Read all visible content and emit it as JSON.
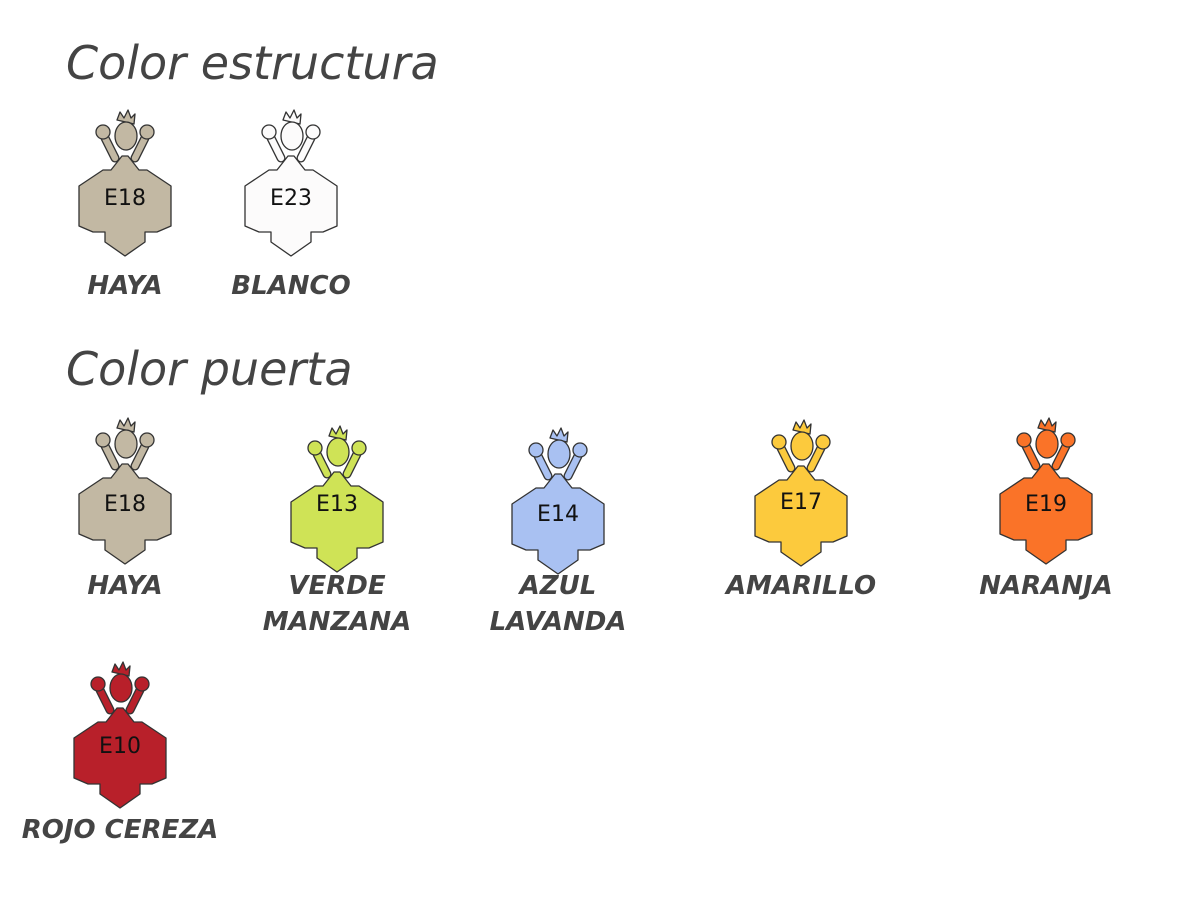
{
  "estructura": {
    "title": "Color estructura",
    "items": [
      {
        "code": "E18",
        "name": "HAYA",
        "color": "#c2b8a3"
      },
      {
        "code": "E23",
        "name": "BLANCO",
        "color": "#fcfbfb"
      }
    ]
  },
  "puerta": {
    "title": "Color puerta",
    "items": [
      {
        "code": "E18",
        "name": "HAYA",
        "color": "#c2b8a3"
      },
      {
        "code": "E13",
        "name": "VERDE MANZANA",
        "color": "#cfe356"
      },
      {
        "code": "E14",
        "name": "AZUL LAVANDA",
        "color": "#a9c1f2"
      },
      {
        "code": "E17",
        "name": "AMARILLO",
        "color": "#fcca3d"
      },
      {
        "code": "E19",
        "name": "NARANJA",
        "color": "#fa7328"
      },
      {
        "code": "E10",
        "name": "ROJO CEREZA",
        "color": "#b8202a"
      }
    ]
  }
}
